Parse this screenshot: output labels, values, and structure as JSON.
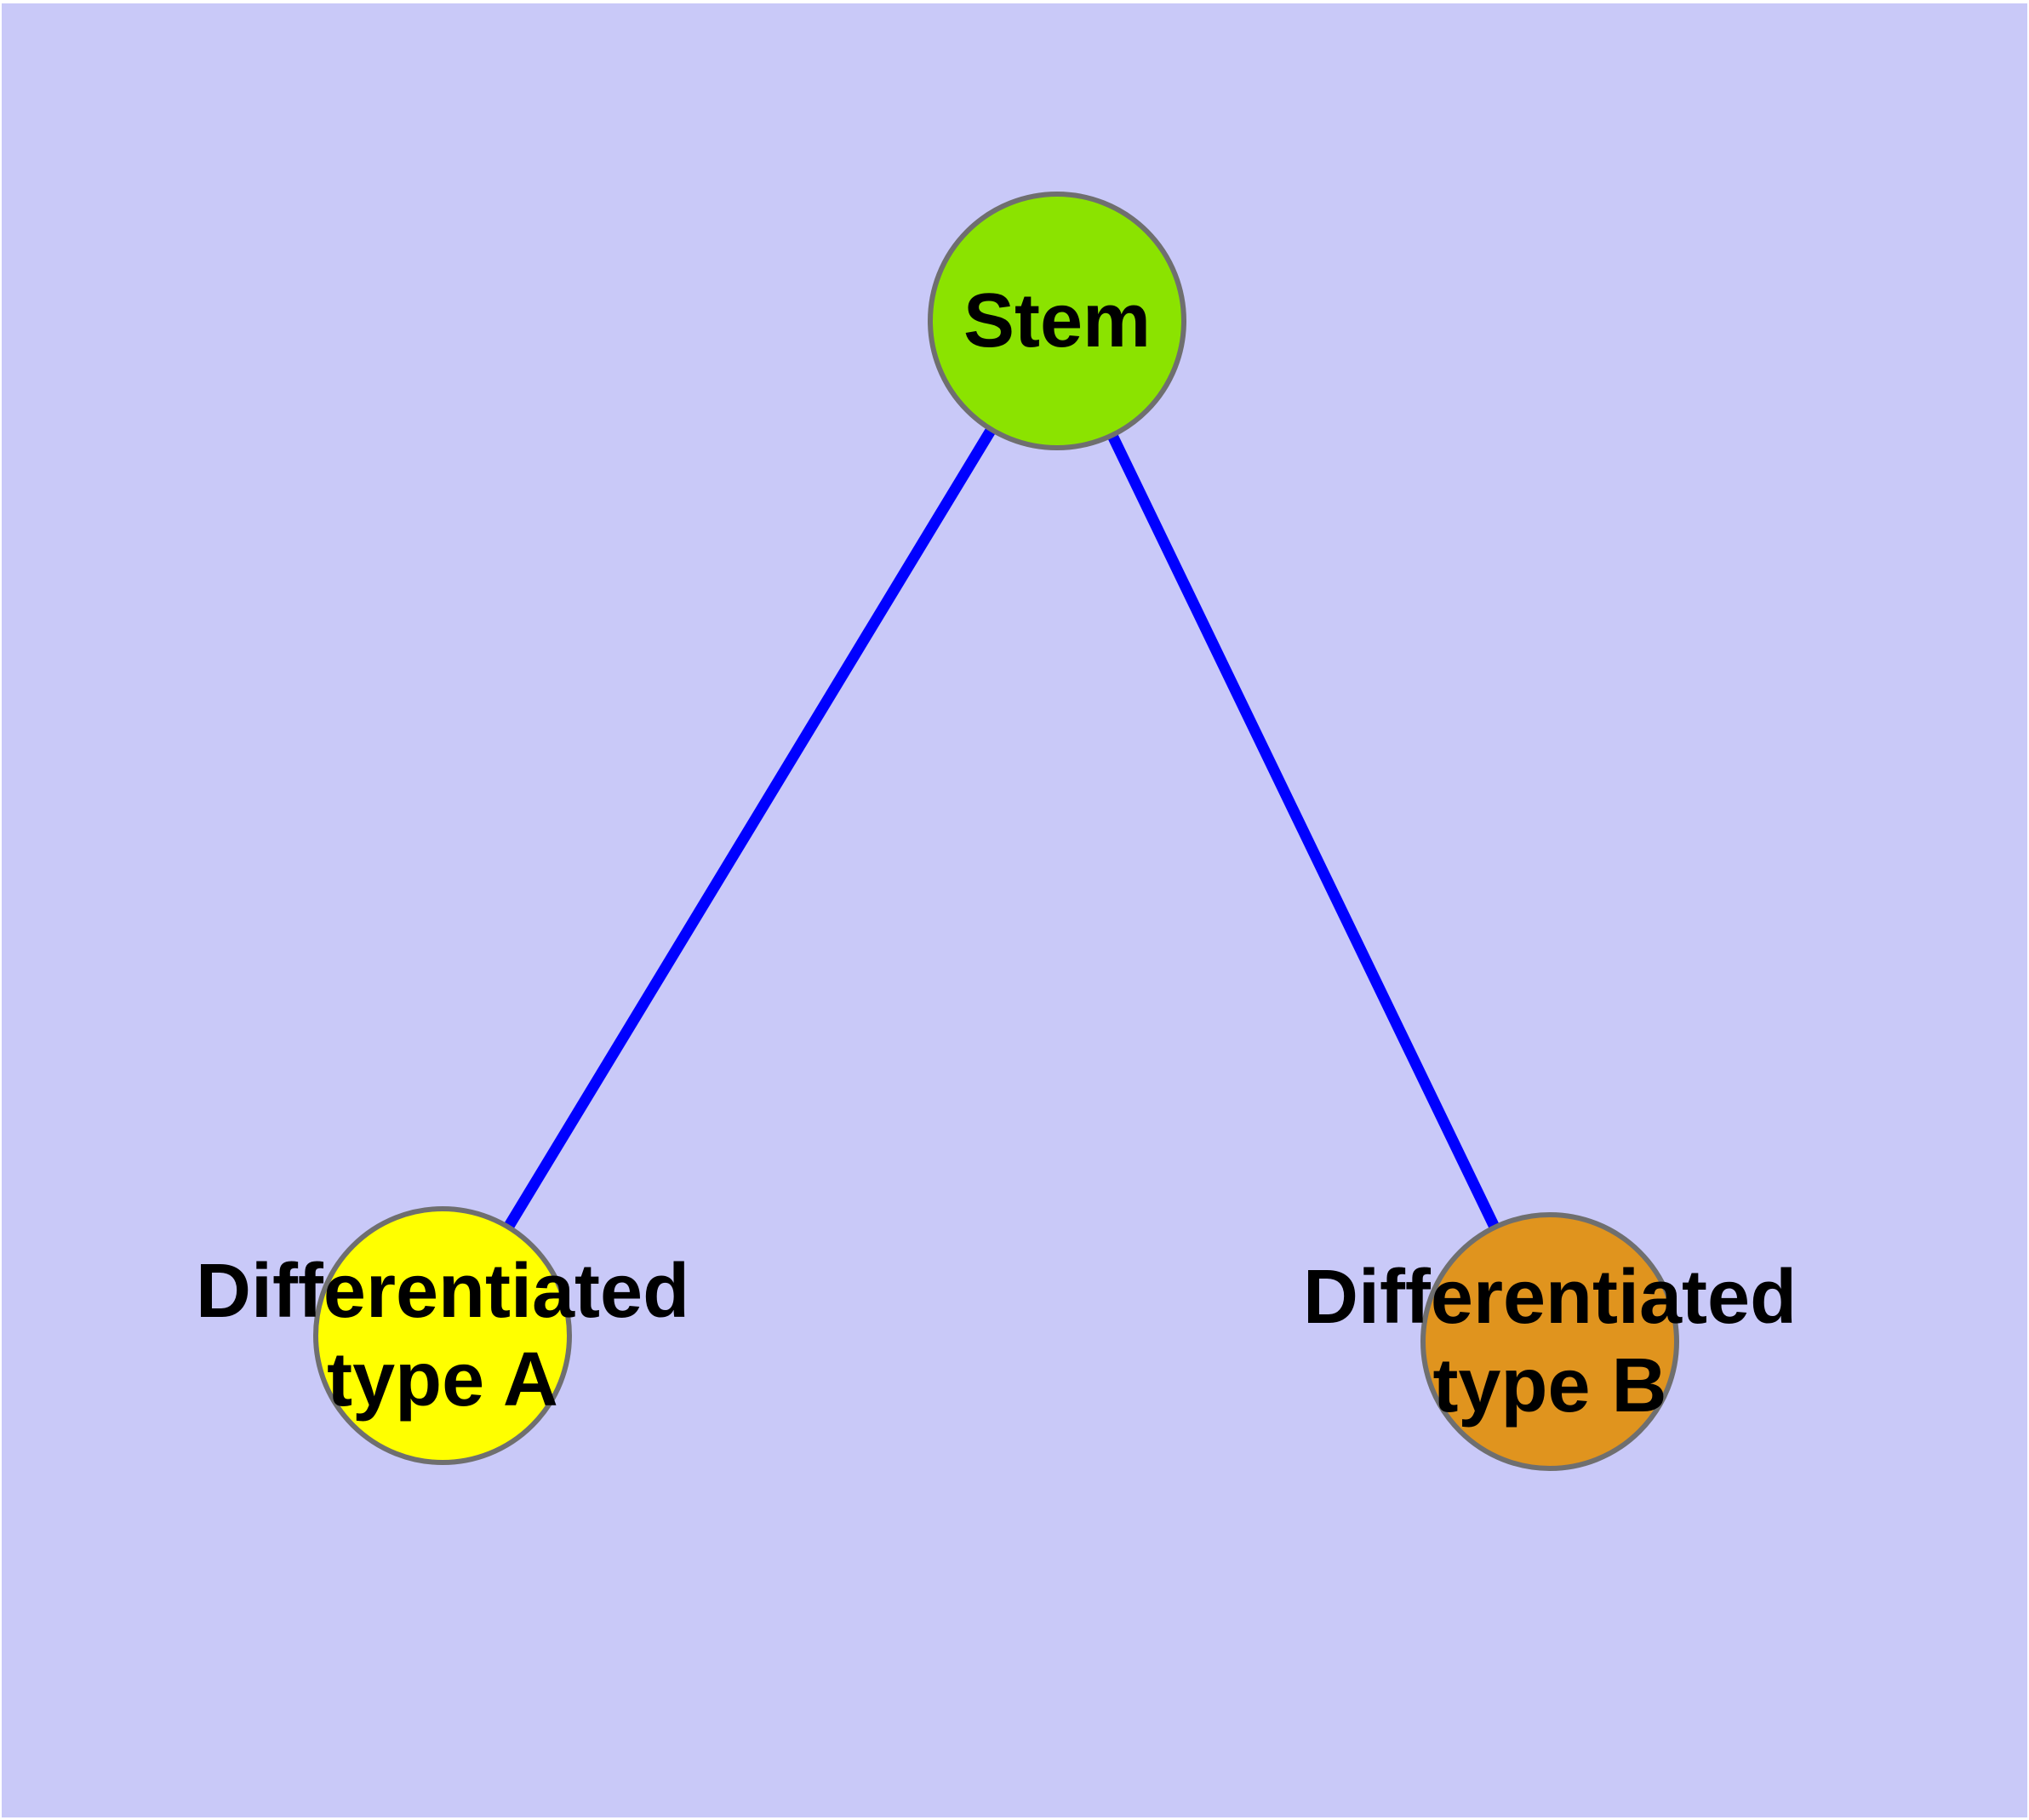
{
  "graph": {
    "background_color": "#c9c9f8",
    "node_border_color": "#6f6f6f",
    "edge_color": "#0000ff",
    "label_color": "#000000",
    "nodes": [
      {
        "id": "stem",
        "lines": [
          "Stem",
          ""
        ],
        "label": "Stem",
        "fill": "#8be300"
      },
      {
        "id": "differentiated-type-a",
        "lines": [
          "Differentiated",
          "type A"
        ],
        "label": "Differentiated type A",
        "fill": "#ffff00"
      },
      {
        "id": "differentiated-type-b",
        "lines": [
          "Differentiated",
          "type B"
        ],
        "label": "Differentiated type B",
        "fill": "#e0941e"
      }
    ],
    "edges": [
      {
        "from": "stem",
        "to": "differentiated-type-a"
      },
      {
        "from": "stem",
        "to": "differentiated-type-b"
      }
    ]
  }
}
